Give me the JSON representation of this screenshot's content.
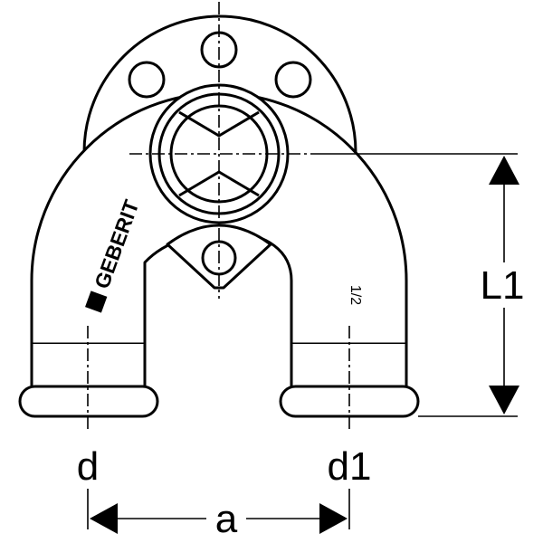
{
  "brand": {
    "name": "GEBERIT"
  },
  "marking": {
    "size": "1/2"
  },
  "dimensions": {
    "d": "d",
    "d1": "d1",
    "a": "a",
    "L1": "L1"
  },
  "colors": {
    "line": "#000000",
    "background": "#ffffff"
  }
}
